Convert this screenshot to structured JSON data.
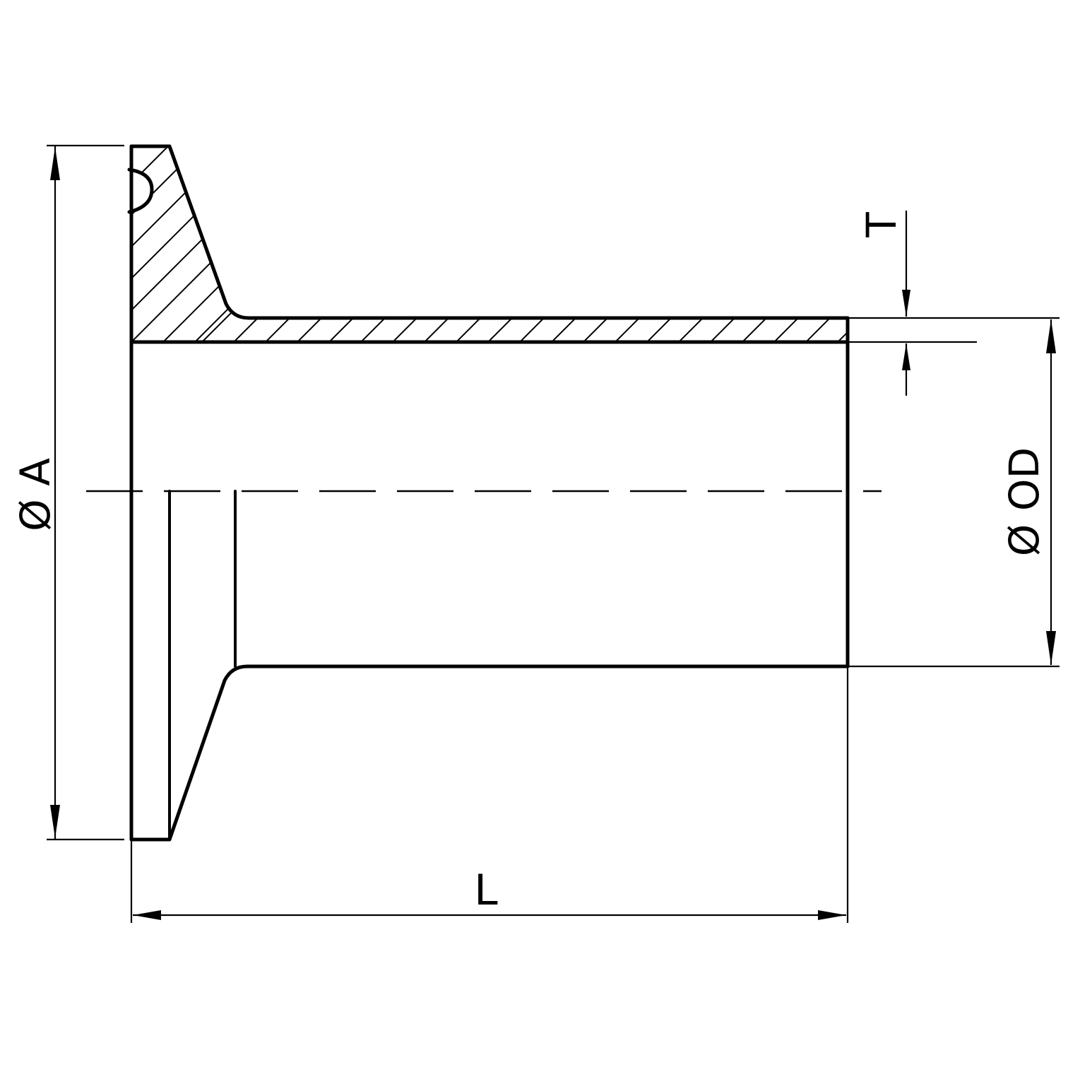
{
  "drawing": {
    "type": "technical-drawing",
    "subject": "sanitary tri-clamp ferrule (long weld), half-section view",
    "colors": {
      "line": "#000000",
      "background": "#ffffff"
    }
  },
  "dimensions": {
    "flange_diameter": {
      "label": "Ø A",
      "symbol": "Ø",
      "letter": "A",
      "orientation": "vertical"
    },
    "outer_diameter": {
      "label": "Ø OD",
      "symbol": "Ø",
      "letter": "OD",
      "orientation": "vertical"
    },
    "wall_thickness": {
      "label": "T",
      "orientation": "vertical"
    },
    "length": {
      "label": "L",
      "orientation": "horizontal"
    }
  }
}
